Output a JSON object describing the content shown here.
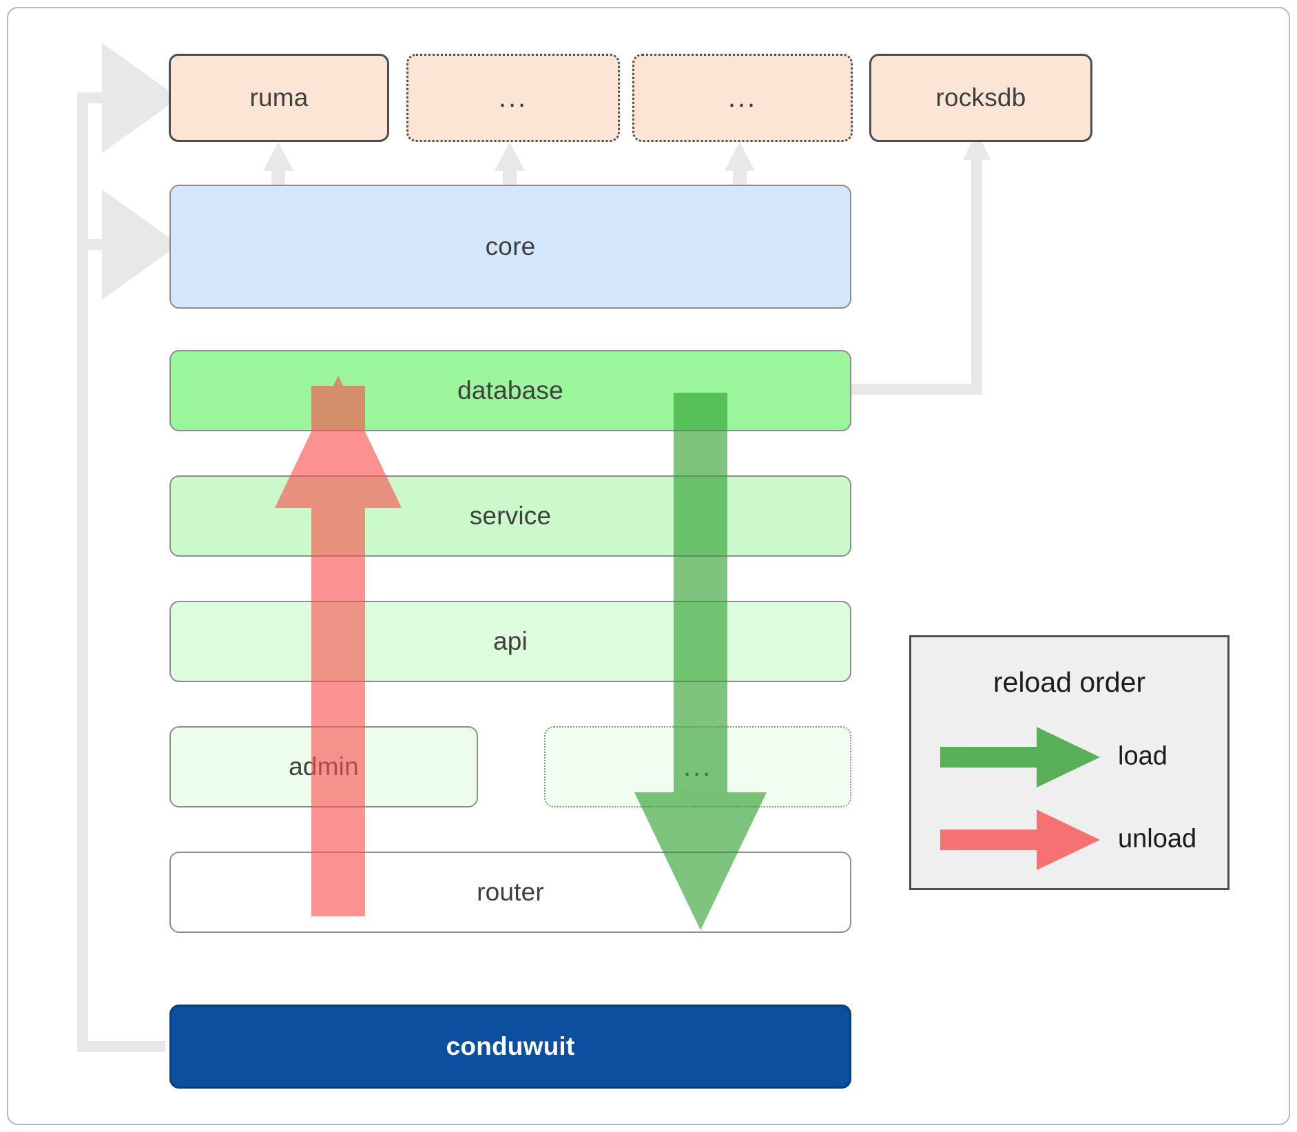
{
  "diagram": {
    "title": "conduwuit crate layering / reload order",
    "dependencies": [
      {
        "id": "ruma",
        "label": "ruma",
        "style": "solid"
      },
      {
        "id": "dep2",
        "label": "...",
        "style": "dotted"
      },
      {
        "id": "dep3",
        "label": "...",
        "style": "dotted"
      },
      {
        "id": "rocksdb",
        "label": "rocksdb",
        "style": "solid"
      }
    ],
    "layers": [
      {
        "id": "core",
        "label": "core",
        "style": "solid",
        "color": "#d4e6fb"
      },
      {
        "id": "database",
        "label": "database",
        "style": "solid",
        "color": "#9bf69b"
      },
      {
        "id": "service",
        "label": "service",
        "style": "solid",
        "color": "#ccf9cc"
      },
      {
        "id": "api",
        "label": "api",
        "style": "solid",
        "color": "#ddfbdd"
      },
      {
        "id": "admin",
        "label": "admin",
        "style": "solid",
        "color": "#ecfdec"
      },
      {
        "id": "etc",
        "label": "...",
        "style": "dotted",
        "color": "#f1fdf1"
      },
      {
        "id": "router",
        "label": "router",
        "style": "solid",
        "color": "#ffffff"
      }
    ],
    "application": {
      "id": "conduwuit",
      "label": "conduwuit",
      "color": "#0b4f9e"
    }
  },
  "legend": {
    "title": "reload order",
    "items": [
      {
        "id": "load",
        "label": "load",
        "color": "#5cb85c"
      },
      {
        "id": "unload",
        "label": "unload",
        "color": "#fa8a8a"
      }
    ]
  },
  "flows": {
    "load_direction": "down",
    "unload_direction": "up",
    "load_color": "#5cb85c",
    "unload_color": "#fa8a8a",
    "connector_color": "#e8e8e8"
  }
}
